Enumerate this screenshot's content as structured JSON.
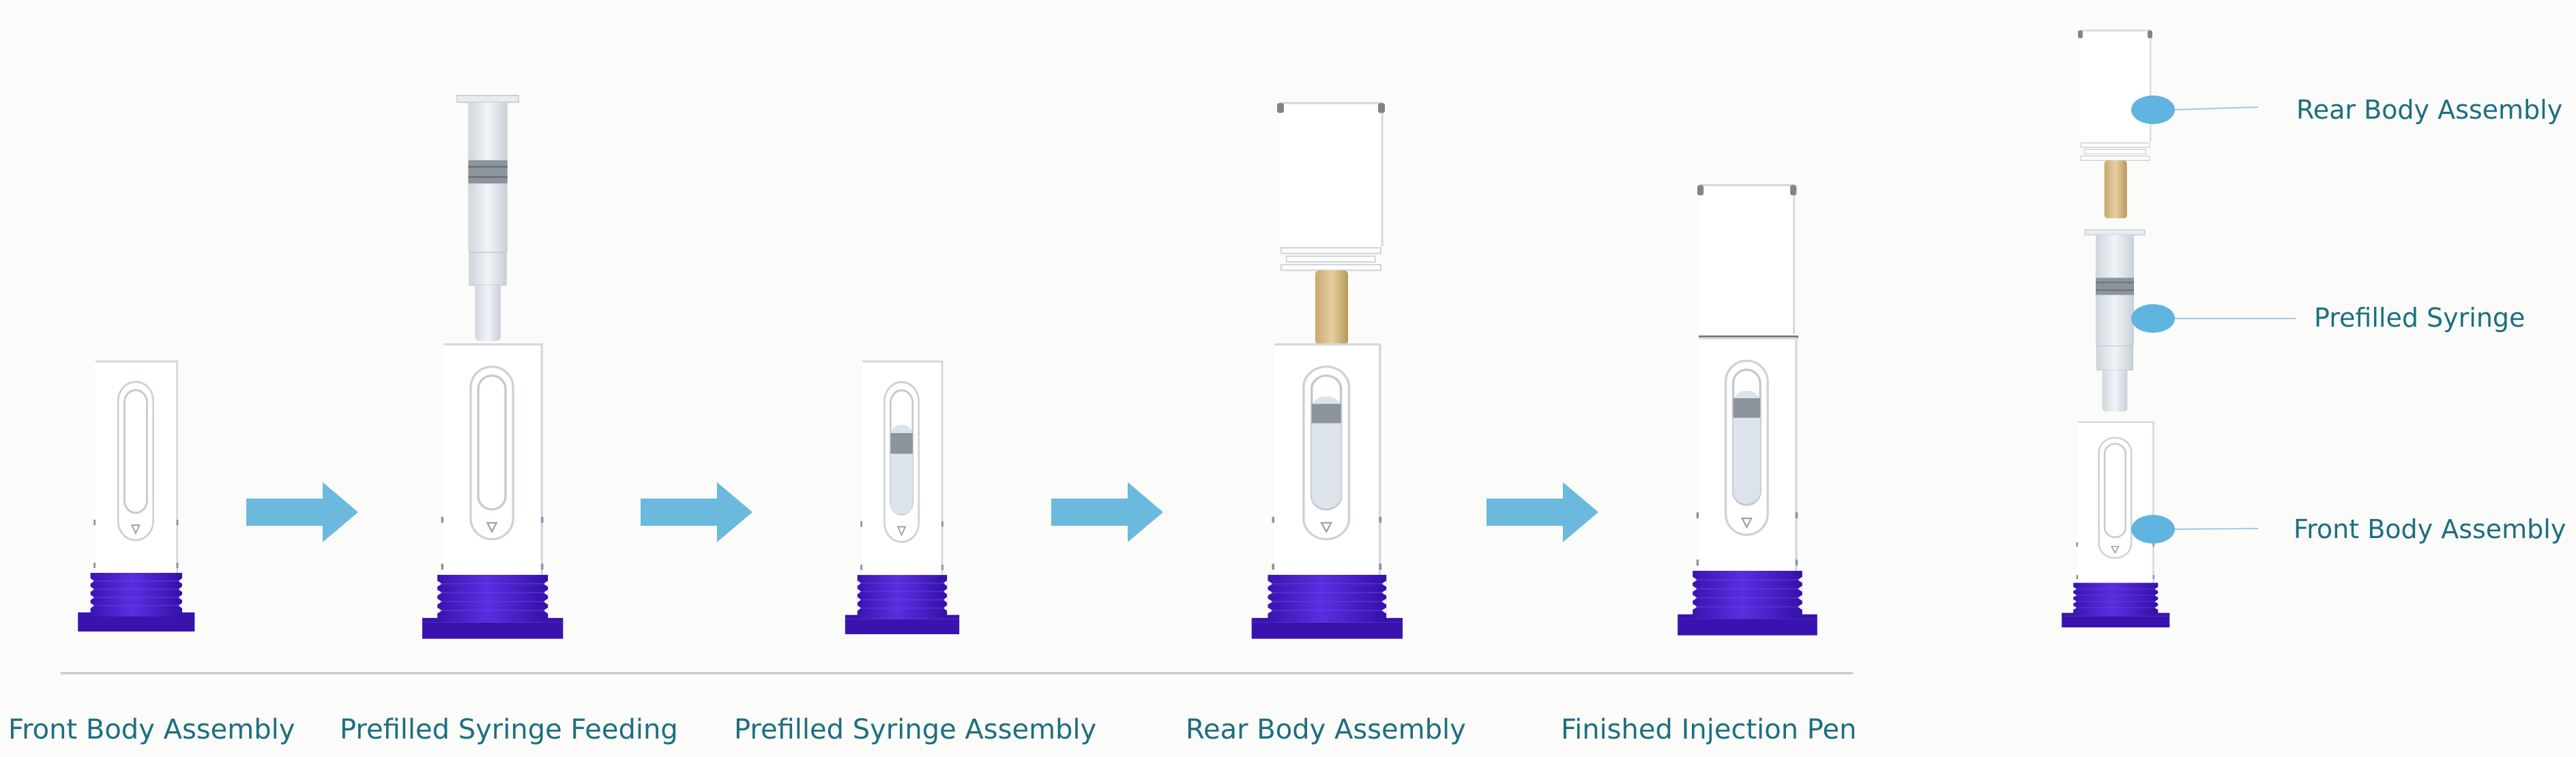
{
  "steps": [
    {
      "label": "Front Body Assembly"
    },
    {
      "label": "Prefilled Syringe Feeding"
    },
    {
      "label": "Prefilled Syringe Assembly"
    },
    {
      "label": "Rear Body Assembly"
    },
    {
      "label": "Finished Injection Pen"
    }
  ],
  "exploded": {
    "callouts": [
      {
        "label": "Rear Body Assembly"
      },
      {
        "label": "Prefilled Syringe"
      },
      {
        "label": "Front Body Assembly"
      }
    ]
  },
  "colors": {
    "label_text": "#1c6f80",
    "arrow": "#6cb9de",
    "callout_dot": "#5fb4e0",
    "base_purple": "#4a1fc9",
    "plunger_gold": "#d7bd8a"
  }
}
